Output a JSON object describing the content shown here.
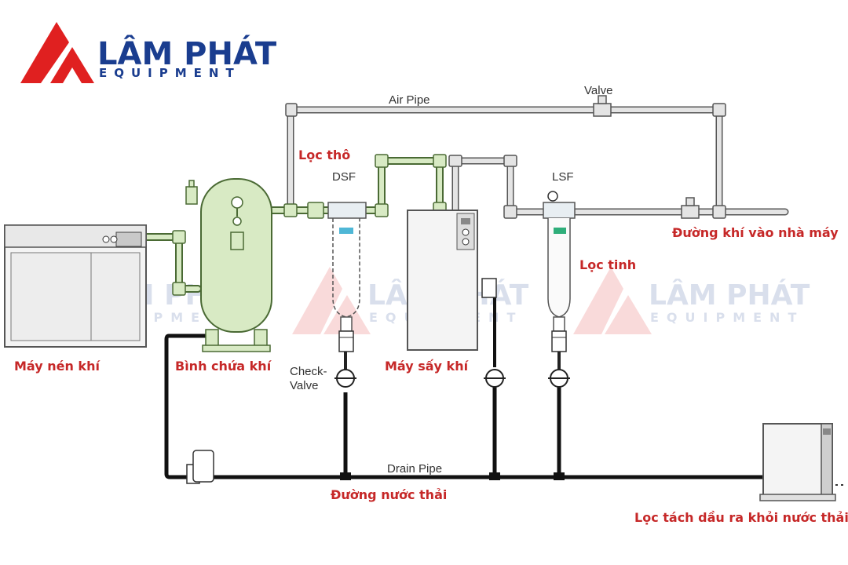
{
  "brand": {
    "name": "LÂM PHÁT",
    "sub": "EQUIPMENT",
    "primary": "#1a3d8f",
    "accent": "#e02020"
  },
  "labels": {
    "air_pipe": "Air Pipe",
    "valve": "Valve",
    "dsf": "DSF",
    "lsf": "LSF",
    "loc_tho": "Lọc thô",
    "loc_tinh": "Lọc tinh",
    "duong_khi": "Đường khí vào nhà máy",
    "may_nen": "Máy nén khí",
    "binh_chua": "Bình chứa khí",
    "check_valve_1": "Check-",
    "check_valve_2": "Valve",
    "may_say": "Máy sấy khí",
    "drain_pipe": "Drain Pipe",
    "duong_nuoc": "Đường nước thải",
    "loc_tach": "Lọc tách dầu ra khỏi nước thải"
  },
  "colors": {
    "red_label": "#c62828",
    "tank": "#d8eac4",
    "pipe": "#e4e4e4",
    "drain": "#111111"
  }
}
